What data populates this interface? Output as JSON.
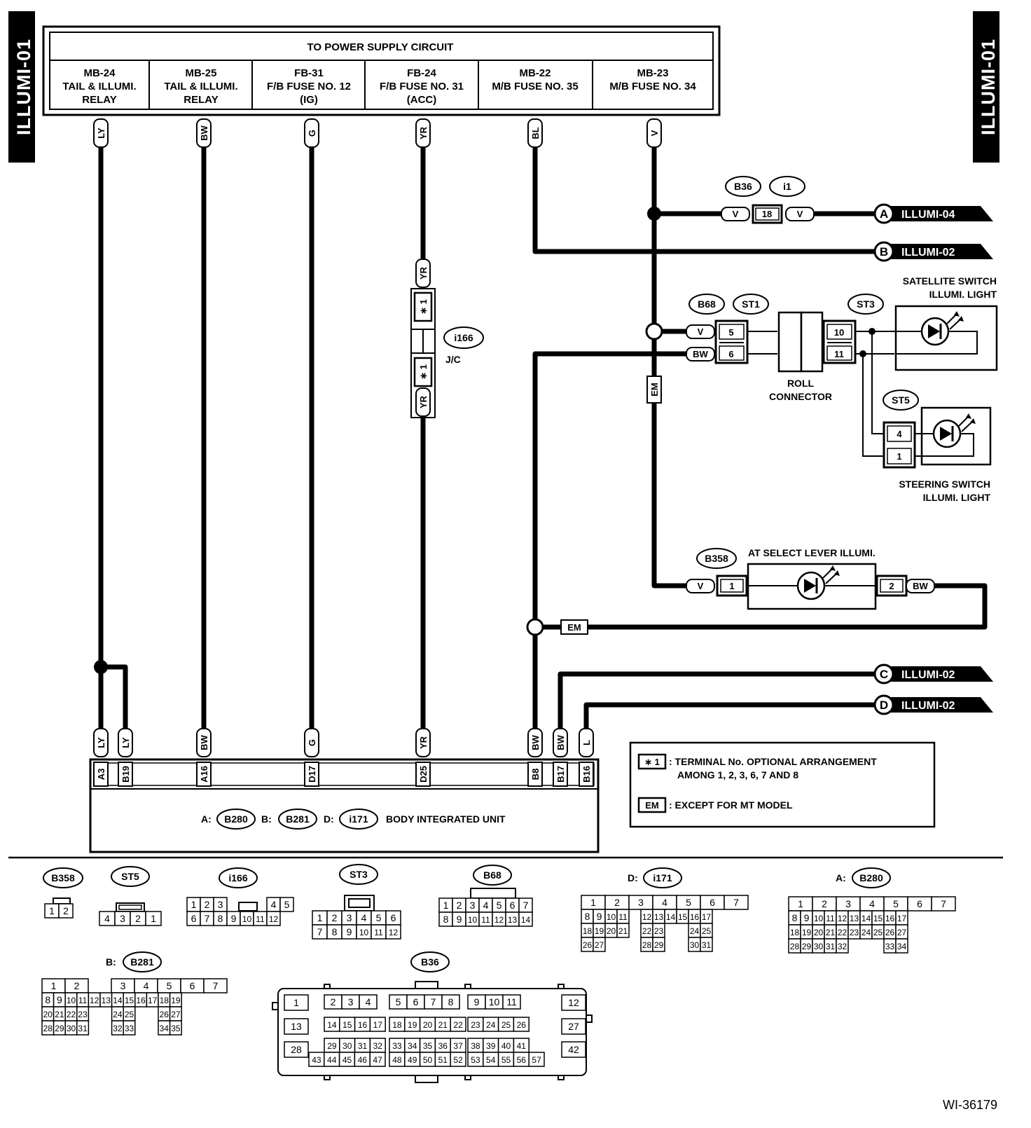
{
  "page_tags": {
    "left": "ILLUMI-01",
    "right": "ILLUMI-01"
  },
  "power_supply": {
    "title": "TO POWER SUPPLY CIRCUIT",
    "columns": [
      [
        "MB-24",
        "TAIL & ILLUMI.",
        "RELAY"
      ],
      [
        "MB-25",
        "TAIL & ILLUMI.",
        "RELAY"
      ],
      [
        "FB-31",
        "F/B FUSE NO. 12",
        "(IG)"
      ],
      [
        "FB-24",
        "F/B FUSE NO. 31",
        "(ACC)"
      ],
      [
        "MB-22",
        "M/B FUSE NO. 35",
        ""
      ],
      [
        "MB-23",
        "M/B FUSE NO. 34",
        ""
      ]
    ],
    "wire_colors": [
      "LY",
      "BW",
      "G",
      "YR",
      "BL",
      "V"
    ]
  },
  "offpage": [
    {
      "letter": "A",
      "ref": "ILLUMI-04"
    },
    {
      "letter": "B",
      "ref": "ILLUMI-02"
    },
    {
      "letter": "C",
      "ref": "ILLUMI-02"
    },
    {
      "letter": "D",
      "ref": "ILLUMI-02"
    }
  ],
  "connector_b36_i1": {
    "c1": "B36",
    "c2": "i1",
    "pin": "18",
    "wire_left": "V",
    "wire_right": "V"
  },
  "jc": {
    "id": "i166",
    "label": "J/C",
    "wire_top": "YR",
    "wire_bottom": "YR",
    "pin_mark": "∗ 1"
  },
  "roll_section": {
    "c1": "B68",
    "c2": "ST1",
    "c3": "ST3",
    "pins_left": [
      "5",
      "6"
    ],
    "wires_left": [
      "V",
      "BW"
    ],
    "pins_right": [
      "10",
      "11"
    ],
    "roll_label": [
      "ROLL",
      "CONNECTOR"
    ]
  },
  "satellite": {
    "label": [
      "SATELLITE SWITCH",
      "ILLUMI. LIGHT"
    ]
  },
  "steering": {
    "conn": "ST5",
    "pins": [
      "4",
      "1"
    ],
    "label": [
      "STEERING SWITCH",
      "ILLUMI. LIGHT"
    ]
  },
  "at_lever": {
    "conn": "B358",
    "label": "AT SELECT LEVER ILLUMI.",
    "pin_left": "1",
    "pin_right": "2",
    "wire_left": "V",
    "wire_right": "BW"
  },
  "em_tag": "EM",
  "biu": {
    "pins": [
      "A3",
      "B19",
      "A16",
      "D17",
      "D25",
      "B8",
      "B17",
      "B16"
    ],
    "wires": [
      "LY",
      "LY",
      "BW",
      "G",
      "YR",
      "BW",
      "BW",
      "L"
    ],
    "prefix_a": "A:",
    "conn_a": "B280",
    "prefix_b": "B:",
    "conn_b": "B281",
    "prefix_d": "D:",
    "conn_d": "i171",
    "name": "BODY INTEGRATED UNIT"
  },
  "legend": {
    "mark1": "∗ 1",
    "text1a": ": TERMINAL No. OPTIONAL ARRANGEMENT",
    "text1b": "AMONG 1, 2, 3, 6, 7 AND 8",
    "mark2": "EM",
    "text2": ": EXCEPT FOR MT MODEL"
  },
  "connector_faces": {
    "b358": {
      "id": "B358"
    },
    "st5": {
      "id": "ST5"
    },
    "i166": {
      "id": "i166"
    },
    "st3": {
      "id": "ST3"
    },
    "b68": {
      "id": "B68"
    },
    "i171": {
      "prefix": "D:",
      "id": "i171"
    },
    "b280": {
      "prefix": "A:",
      "id": "B280"
    },
    "b281": {
      "prefix": "B:",
      "id": "B281"
    },
    "b36": {
      "id": "B36"
    }
  },
  "doc_code": "WI-36179"
}
